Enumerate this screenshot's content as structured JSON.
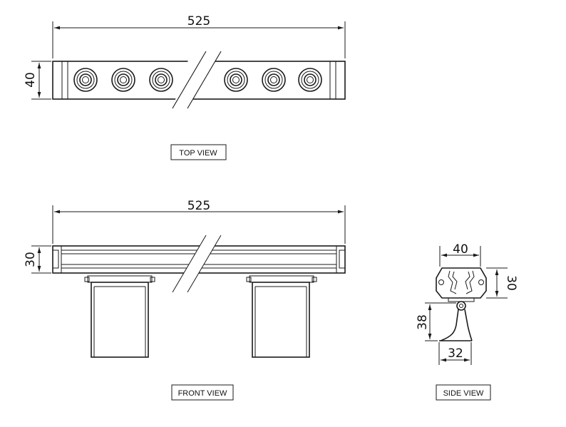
{
  "top_view": {
    "label": "TOP VIEW",
    "length_dim": "525",
    "height_dim": "40",
    "lens_count": 6
  },
  "front_view": {
    "label": "FRONT VIEW",
    "length_dim": "525",
    "height_dim": "30",
    "bracket_count": 2
  },
  "side_view": {
    "label": "SIDE VIEW",
    "width_dim": "40",
    "height_dim": "30",
    "bracket_height_dim": "38",
    "base_width_dim": "32"
  }
}
